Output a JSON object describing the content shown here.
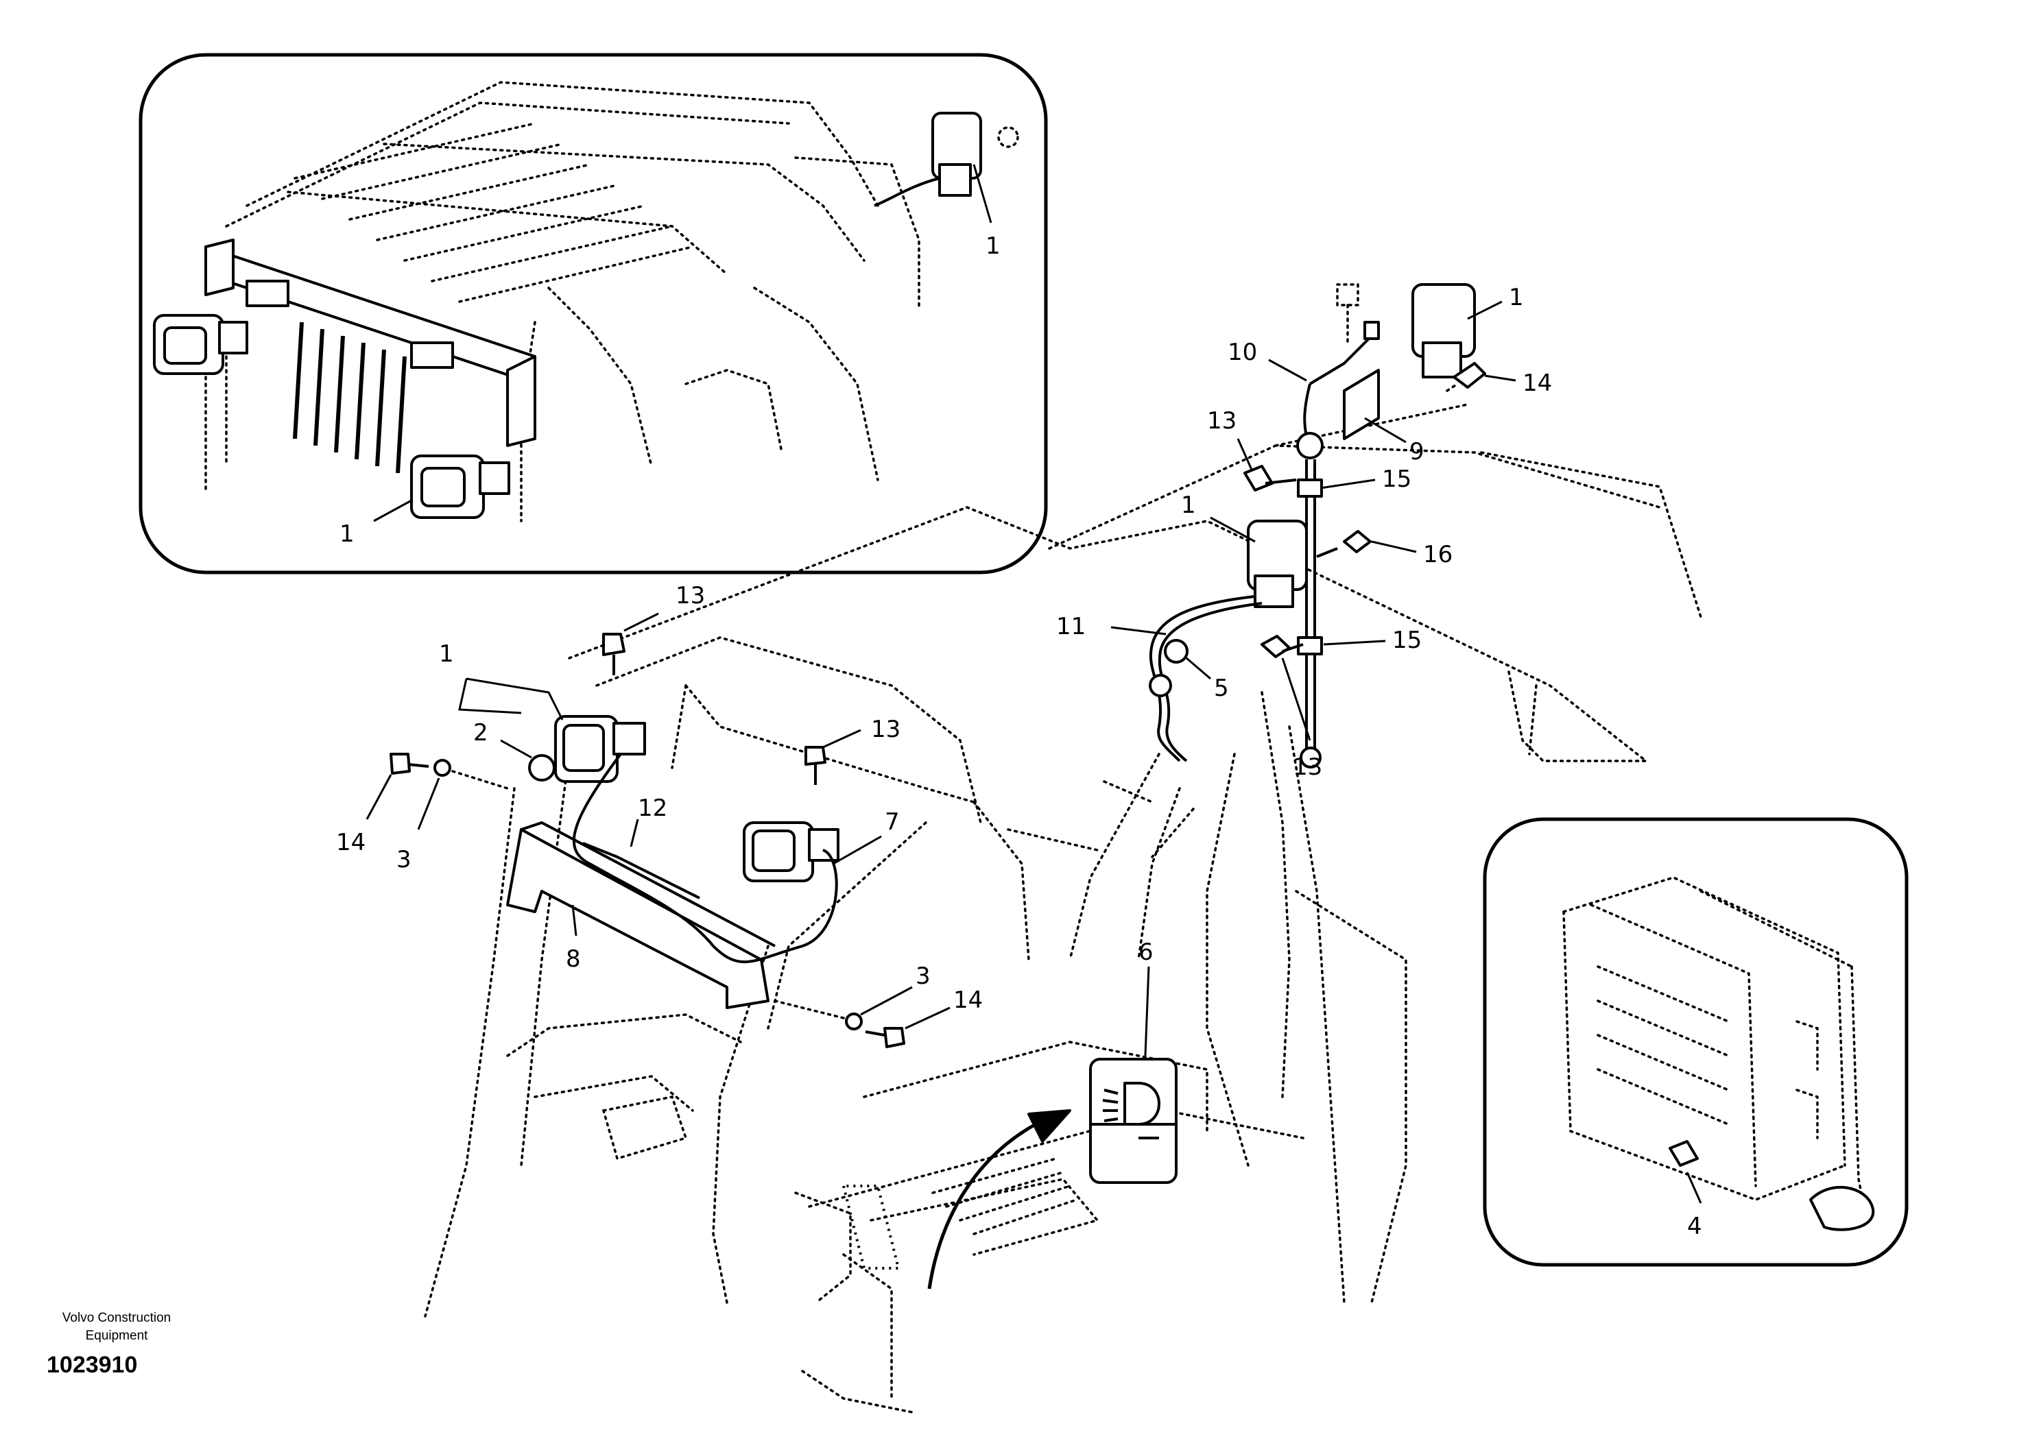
{
  "footer": {
    "company_line1": "Volvo Construction",
    "company_line2": "Equipment",
    "figure_number": "1023910"
  },
  "callouts": {
    "inset_top_upper_1": "1",
    "inset_top_lower_1": "1",
    "main_1_upper_right": "1",
    "main_14_upper_right": "14",
    "main_10": "10",
    "main_9": "9",
    "main_13_upper": "13",
    "main_15_upper": "15",
    "main_1_middle": "1",
    "main_16": "16",
    "main_11": "11",
    "main_15_lower": "15",
    "main_5": "5",
    "main_13_right": "13",
    "main_13_left_top": "13",
    "main_1_left": "1",
    "main_2": "2",
    "main_13_center": "13",
    "main_14_left": "14",
    "main_3_left": "3",
    "main_12": "12",
    "main_7": "7",
    "main_8": "8",
    "main_6": "6",
    "main_3_lower": "3",
    "main_14_lower": "14",
    "inset_right_4": "4"
  },
  "icons": {
    "switch_symbol": "work-light-icon"
  }
}
